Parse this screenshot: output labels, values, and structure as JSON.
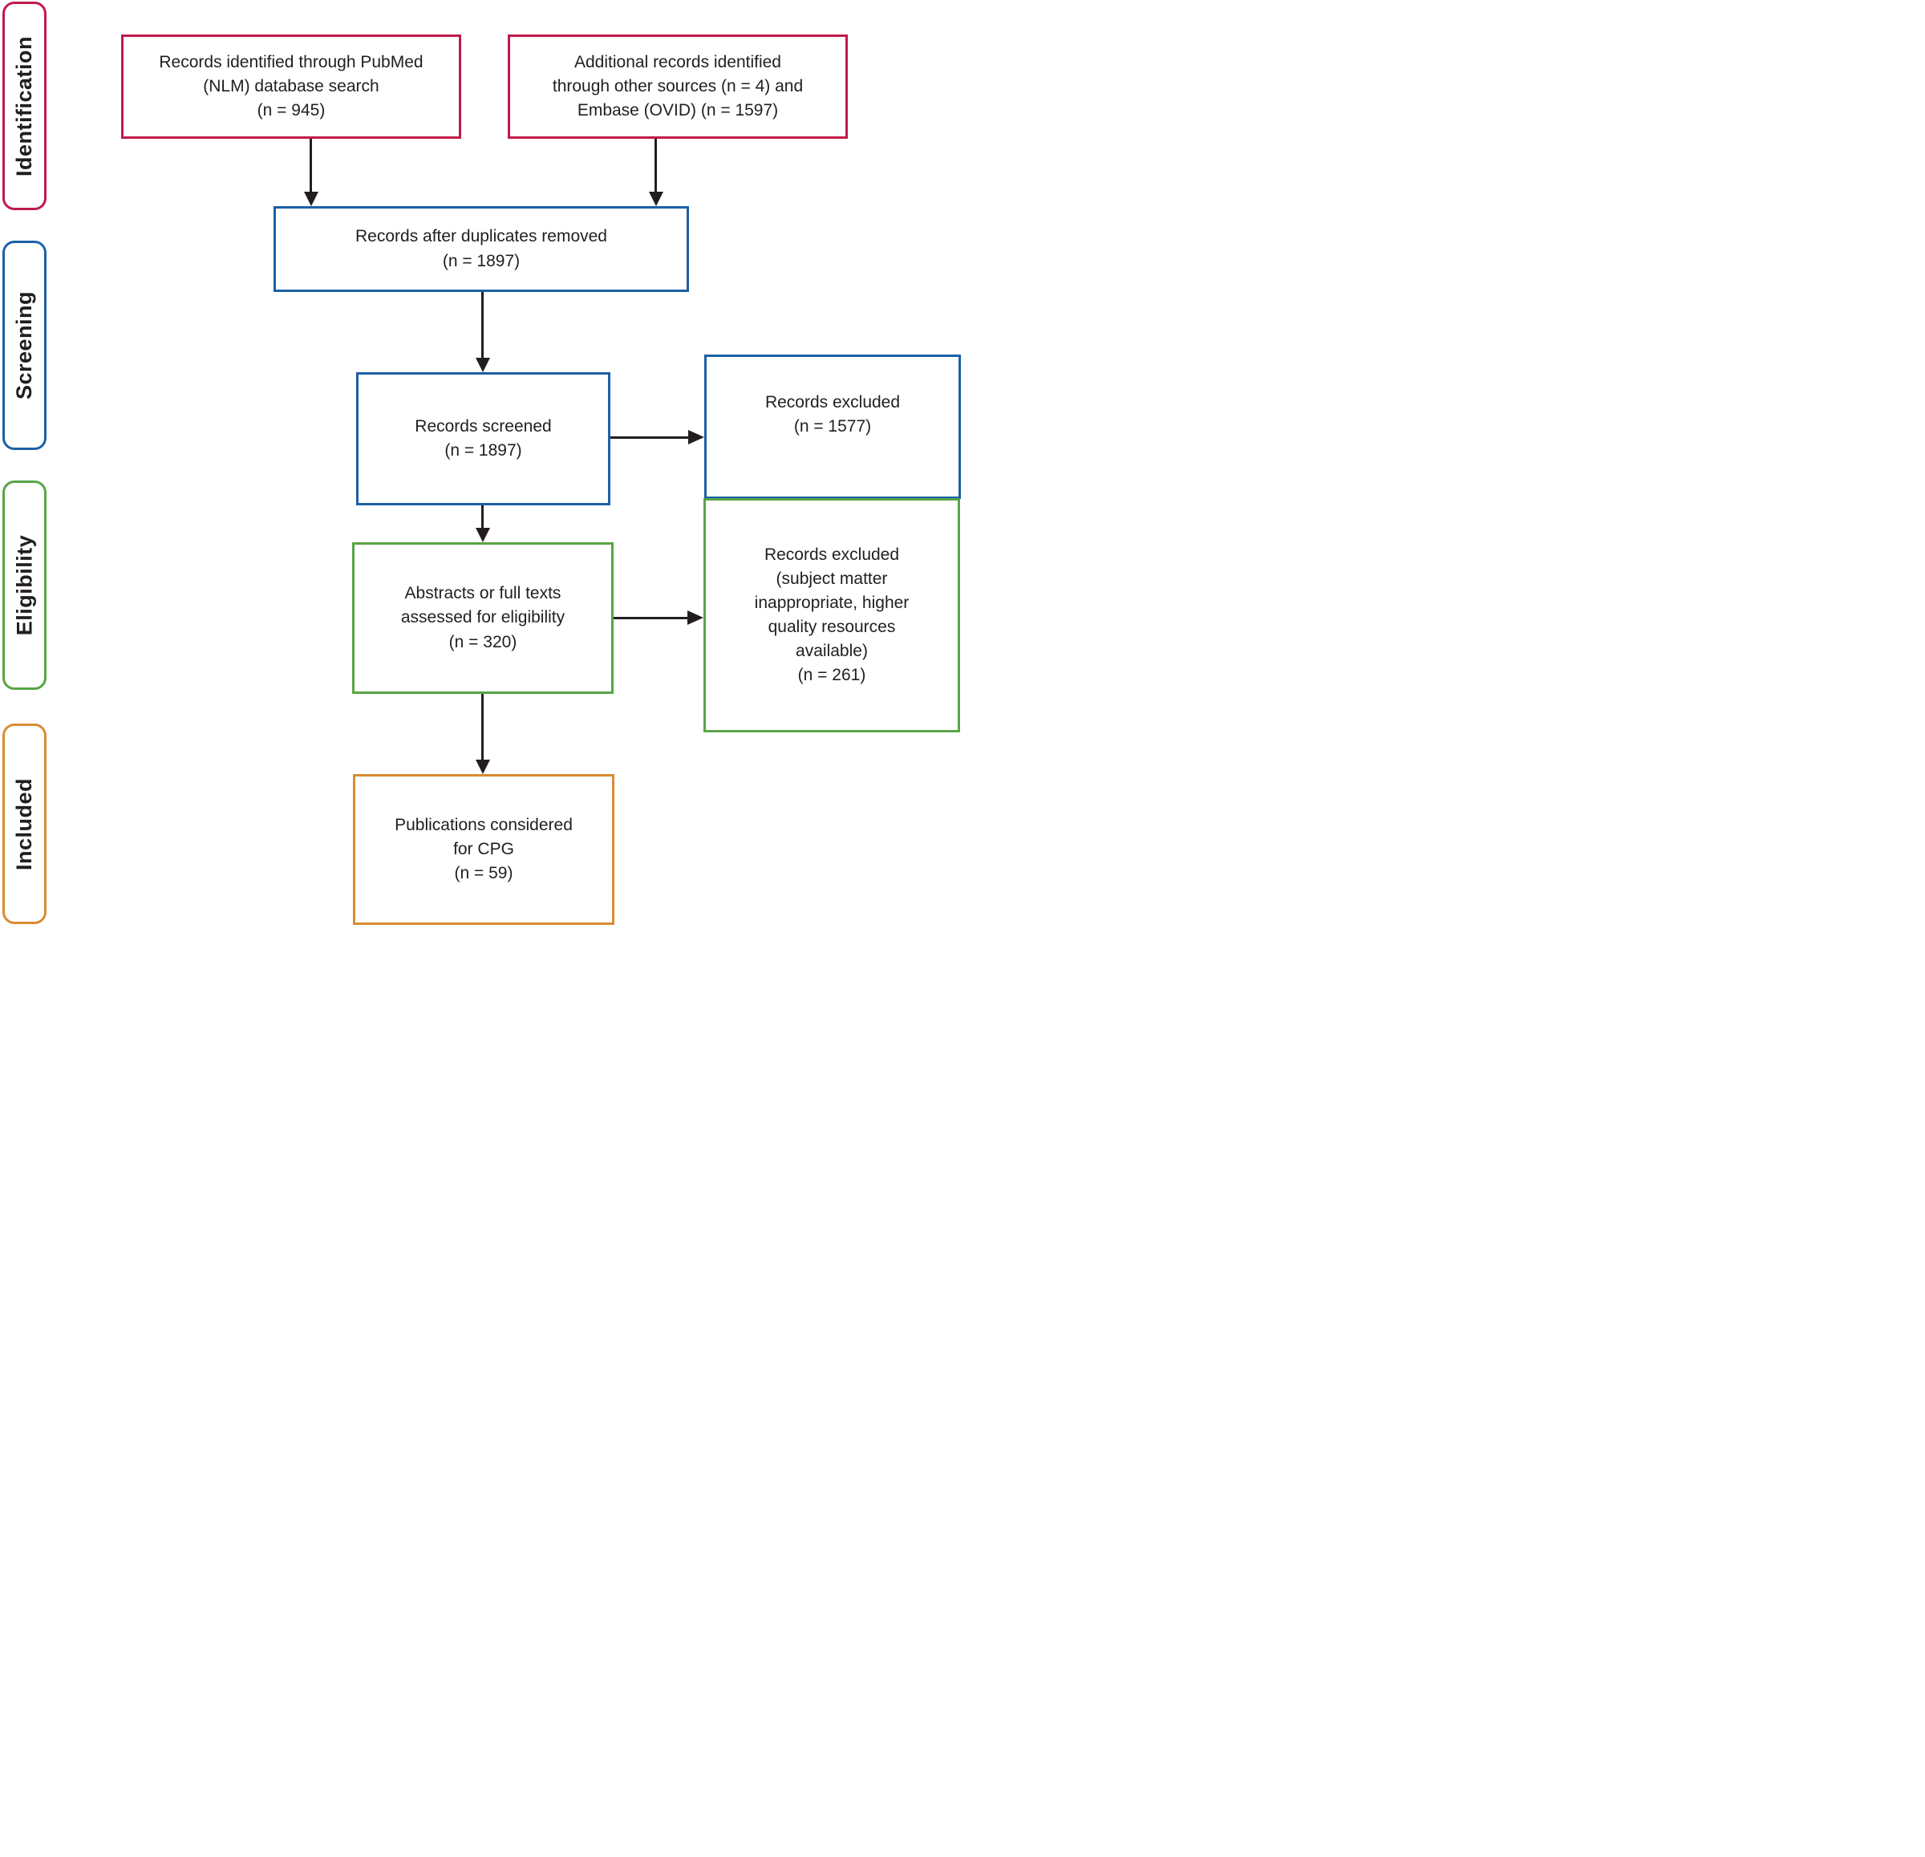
{
  "labels": {
    "identification": "Identification",
    "screening": "Screening",
    "eligibility": "Eligibility",
    "included": "Included"
  },
  "boxes": {
    "pubmed": {
      "text": "Records identified through PubMed\n(NLM) database search\n(n = 945)"
    },
    "other_sources": {
      "text": "Additional records identified\nthrough other sources (n = 4) and\nEmbase (OVID) (n = 1597)"
    },
    "after_duplicates": {
      "text": "Records after duplicates removed\n(n = 1897)"
    },
    "screened": {
      "text": "Records screened\n(n = 1897)"
    },
    "excluded_screening": {
      "text": "Records excluded\n(n = 1577)"
    },
    "assessed": {
      "text": "Abstracts or full texts\nassessed for eligibility\n(n = 320)"
    },
    "excluded_eligibility": {
      "text": "Records excluded\n(subject matter\ninappropriate, higher\nquality resources\navailable)\n(n = 261)"
    },
    "included_cpg": {
      "text": "Publications considered\nfor CPG\n(n = 59)"
    }
  },
  "counts": {
    "pubmed": 945,
    "other_sources": 4,
    "embase": 1597,
    "after_duplicates": 1897,
    "screened": 1897,
    "excluded_screening": 1577,
    "assessed": 320,
    "excluded_eligibility": 261,
    "included_cpg": 59
  },
  "colors": {
    "identification": "#C2194B",
    "screening": "#1B61A6",
    "eligibility": "#58A546",
    "included": "#D98C33",
    "text": "#221E1F",
    "arrow": "#221E1F"
  }
}
